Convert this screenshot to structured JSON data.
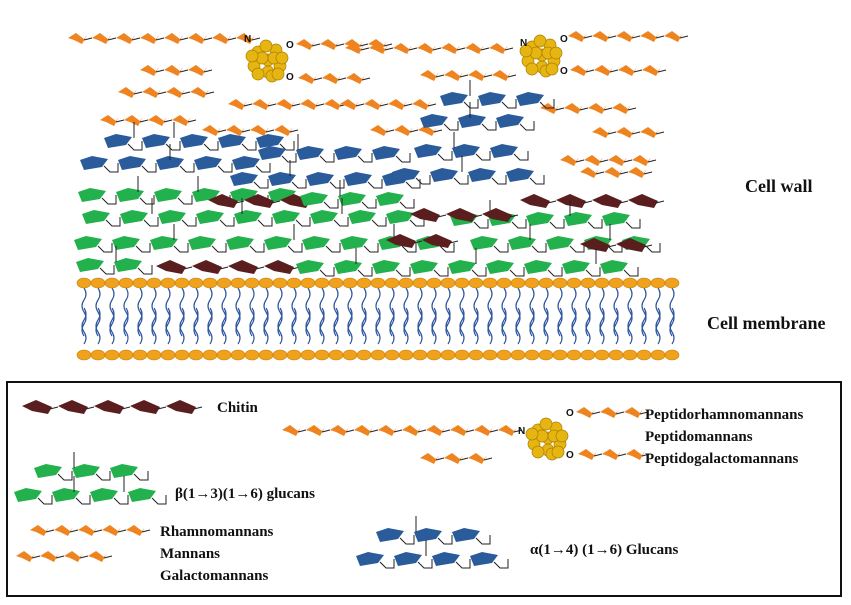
{
  "regions": {
    "cell_wall": "Cell wall",
    "cell_membrane": "Cell membrane"
  },
  "legend": {
    "chitin": "Chitin",
    "beta_glucans": "β(1→3)(1→6) glucans",
    "alpha_glucans": "α(1→4) (1→6) Glucans",
    "peptido": [
      "Peptidorhamnomannans",
      "Peptidomannans",
      "Peptidogalactomannans"
    ],
    "mannans": [
      "Rhamnomannans",
      "Mannans",
      "Galactomannans"
    ],
    "linkage_n": "N",
    "linkage_o": "O"
  },
  "colors": {
    "mannan": "#ee8320",
    "glucan_beta": "#22b14c",
    "glucan_alpha": "#2a5b9b",
    "chitin": "#5a1e1e",
    "lipid_head": "#f0a11e",
    "lipid_tail": "#2e56a0",
    "peptide": "#e6b511"
  }
}
